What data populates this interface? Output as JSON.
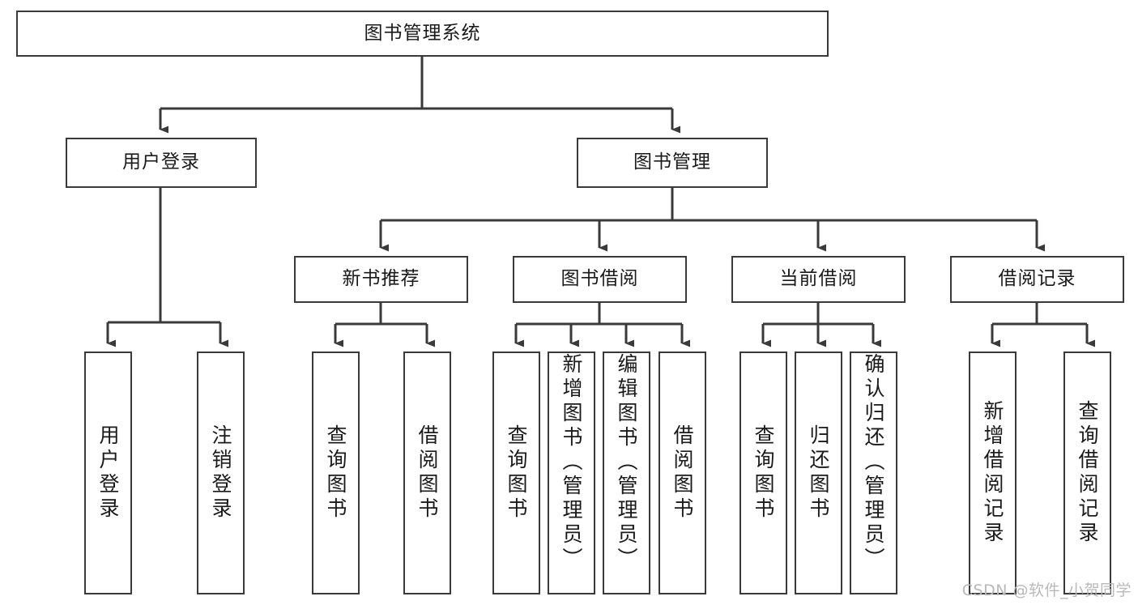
{
  "diagram": {
    "title": "图书管理系统",
    "type": "tree-hierarchy-diagram",
    "levels": {
      "root": {
        "label": "图书管理系统"
      },
      "level2": [
        {
          "label": "用户登录"
        },
        {
          "label": "图书管理"
        }
      ],
      "level3": [
        {
          "label": "新书推荐"
        },
        {
          "label": "图书借阅"
        },
        {
          "label": "当前借阅"
        },
        {
          "label": "借阅记录"
        }
      ],
      "leaves": {
        "user_login": [
          {
            "label": "用户登录"
          },
          {
            "label": "注销登录"
          }
        ],
        "new_book_recommend": [
          {
            "label": "查询图书"
          },
          {
            "label": "借阅图书"
          }
        ],
        "book_borrow": [
          {
            "label": "查询图书"
          },
          {
            "label": "新增图书（管理员）"
          },
          {
            "label": "编辑图书（管理员）"
          },
          {
            "label": "借阅图书"
          }
        ],
        "current_borrow": [
          {
            "label": "查询图书"
          },
          {
            "label": "归还图书"
          },
          {
            "label": "确认归还（管理员）"
          }
        ],
        "borrow_record": [
          {
            "label": "新增借阅记录"
          },
          {
            "label": "查询借阅记录"
          }
        ]
      }
    },
    "watermark": "CSDN @软件_小贺同学",
    "colors": {
      "border": "#3a3a3a",
      "text": "#1a1a1a",
      "background": "#ffffff",
      "watermark": "#b9b9b9"
    }
  }
}
